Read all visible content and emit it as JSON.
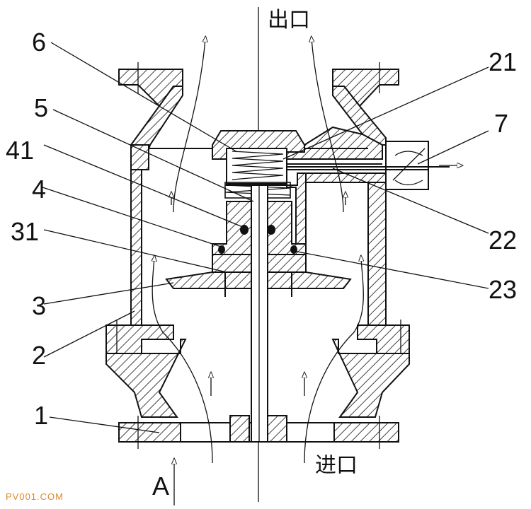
{
  "labels": {
    "outlet": "出口",
    "inlet": "进口",
    "view_a": "A",
    "n1": "1",
    "n2": "2",
    "n3": "3",
    "n31": "31",
    "n4": "4",
    "n41": "41",
    "n5": "5",
    "n6": "6",
    "n7": "7",
    "n21": "21",
    "n22": "22",
    "n23": "23"
  },
  "watermark": "PV001.COM",
  "colors": {
    "ink": "#111111",
    "watermark": "#e0892a",
    "background": "#ffffff"
  }
}
